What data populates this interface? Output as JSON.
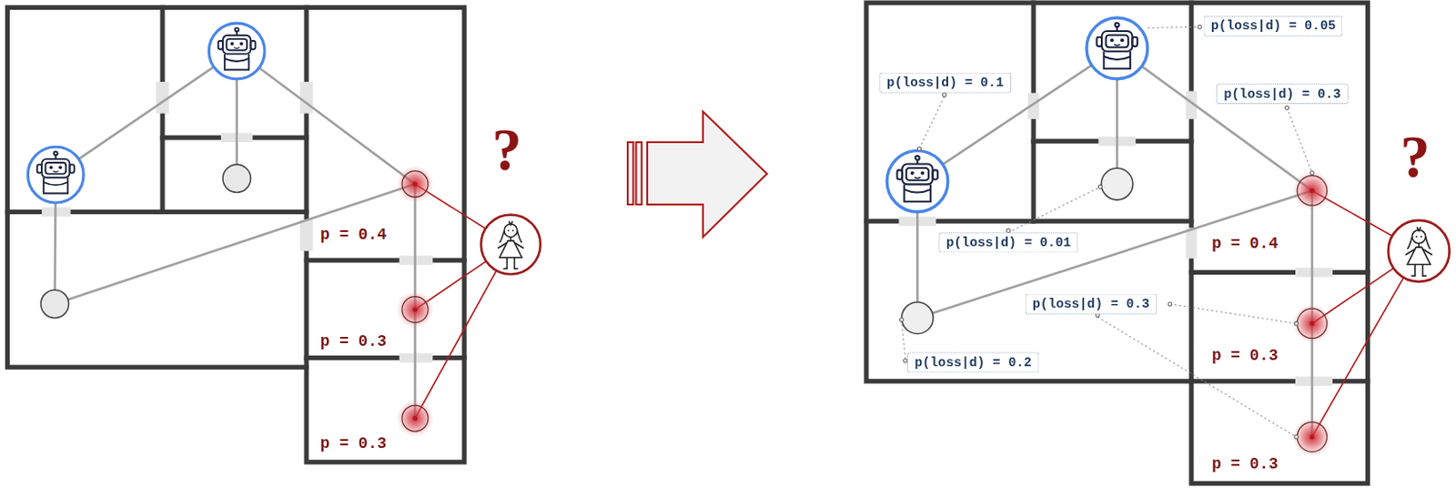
{
  "diagram": {
    "nodes": [
      {
        "text": [
          "p(loss|d) = 0.05"
        ]
      },
      {
        "text": [
          "p(loss|d) = 0.1"
        ]
      },
      {
        "text": [
          "p(loss|d) = 0.3"
        ]
      },
      {
        "text": [
          "p(loss|d) = 0.01"
        ]
      },
      {
        "text": [
          "p(loss|d) = 0.3"
        ]
      },
      {
        "text": [
          "p(loss|d) = 0.2"
        ]
      }
    ],
    "labels": [
      "?",
      "p = 0.4",
      "p = 0.3",
      "p = 0.3",
      "?",
      "p = 0.4",
      "p = 0.3",
      "p = 0.3"
    ]
  }
}
